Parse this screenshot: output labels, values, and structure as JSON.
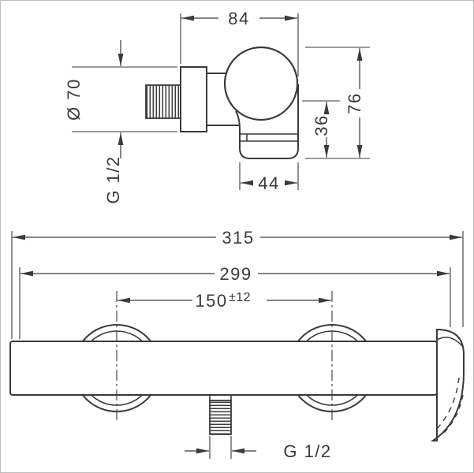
{
  "colors": {
    "line": "#3a3a3a",
    "background": "#ffffff",
    "border": "#bdbdbd"
  },
  "side_view": {
    "dim_width_top": "84",
    "dim_diameter": "Ø 70",
    "dim_height": "76",
    "dim_spout_height": "36",
    "dim_spout_width": "44",
    "thread_label": "G 1/2"
  },
  "front_view": {
    "dim_total_width": "315",
    "dim_body_width": "299",
    "dim_hole_spacing": "150",
    "dim_hole_spacing_tolerance": "±12",
    "thread_label": "G 1/2"
  }
}
